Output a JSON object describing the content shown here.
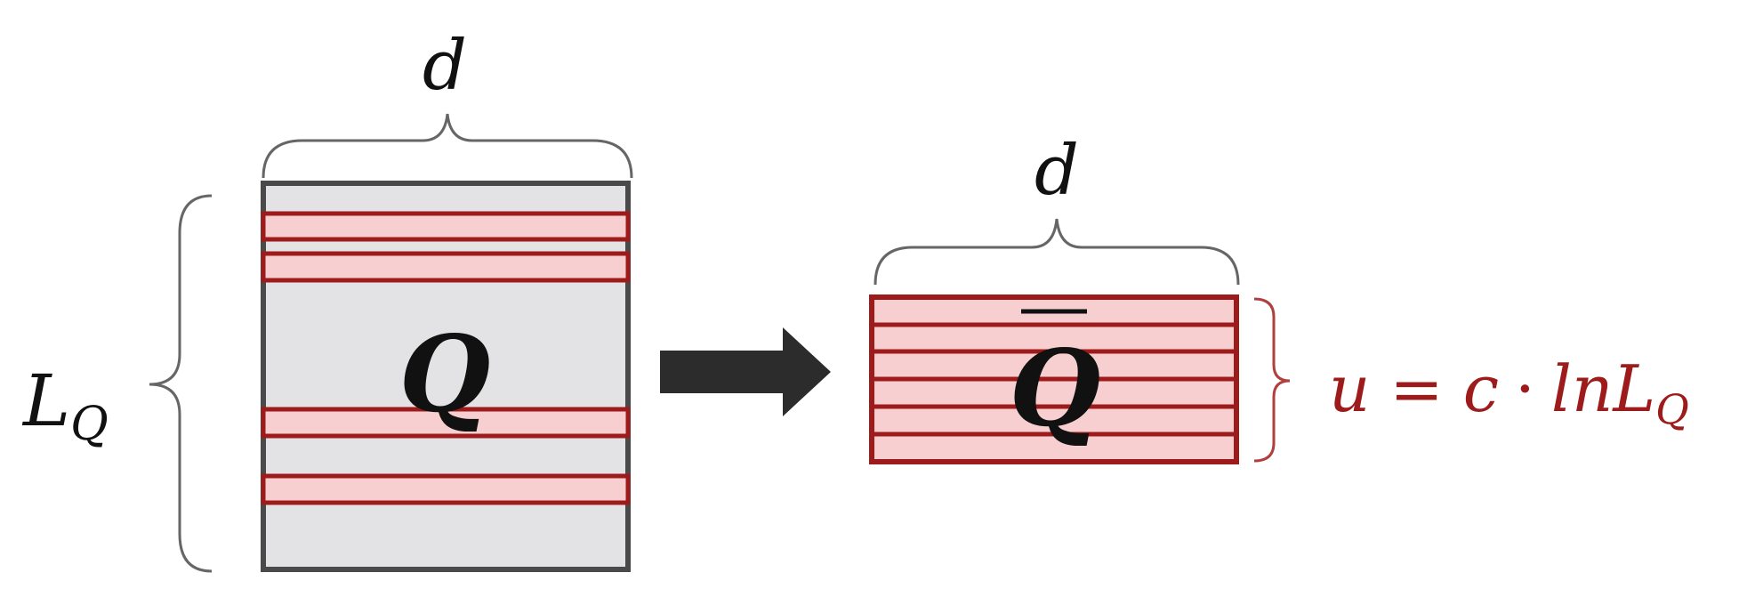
{
  "left_matrix": {
    "width_label": "d",
    "height_label_base": "L",
    "height_label_sub": "Q",
    "matrix_label": "Q",
    "selected_rows": 4
  },
  "right_matrix": {
    "width_label": "d",
    "matrix_label": "Q",
    "rows": 6
  },
  "formula": {
    "lhs": "u",
    "eq": "=",
    "coef": "c",
    "dot": "·",
    "fn": "ln",
    "var_base": "L",
    "var_sub": "Q"
  },
  "colors": {
    "matrix_fill": "#e3e3e6",
    "matrix_border": "#4a4a4a",
    "row_fill": "#f8cfd0",
    "row_border": "#9e1b1b",
    "formula": "#9e1b1b",
    "arrow": "#2c2c2c",
    "brace": "#666666",
    "text": "#111111"
  }
}
